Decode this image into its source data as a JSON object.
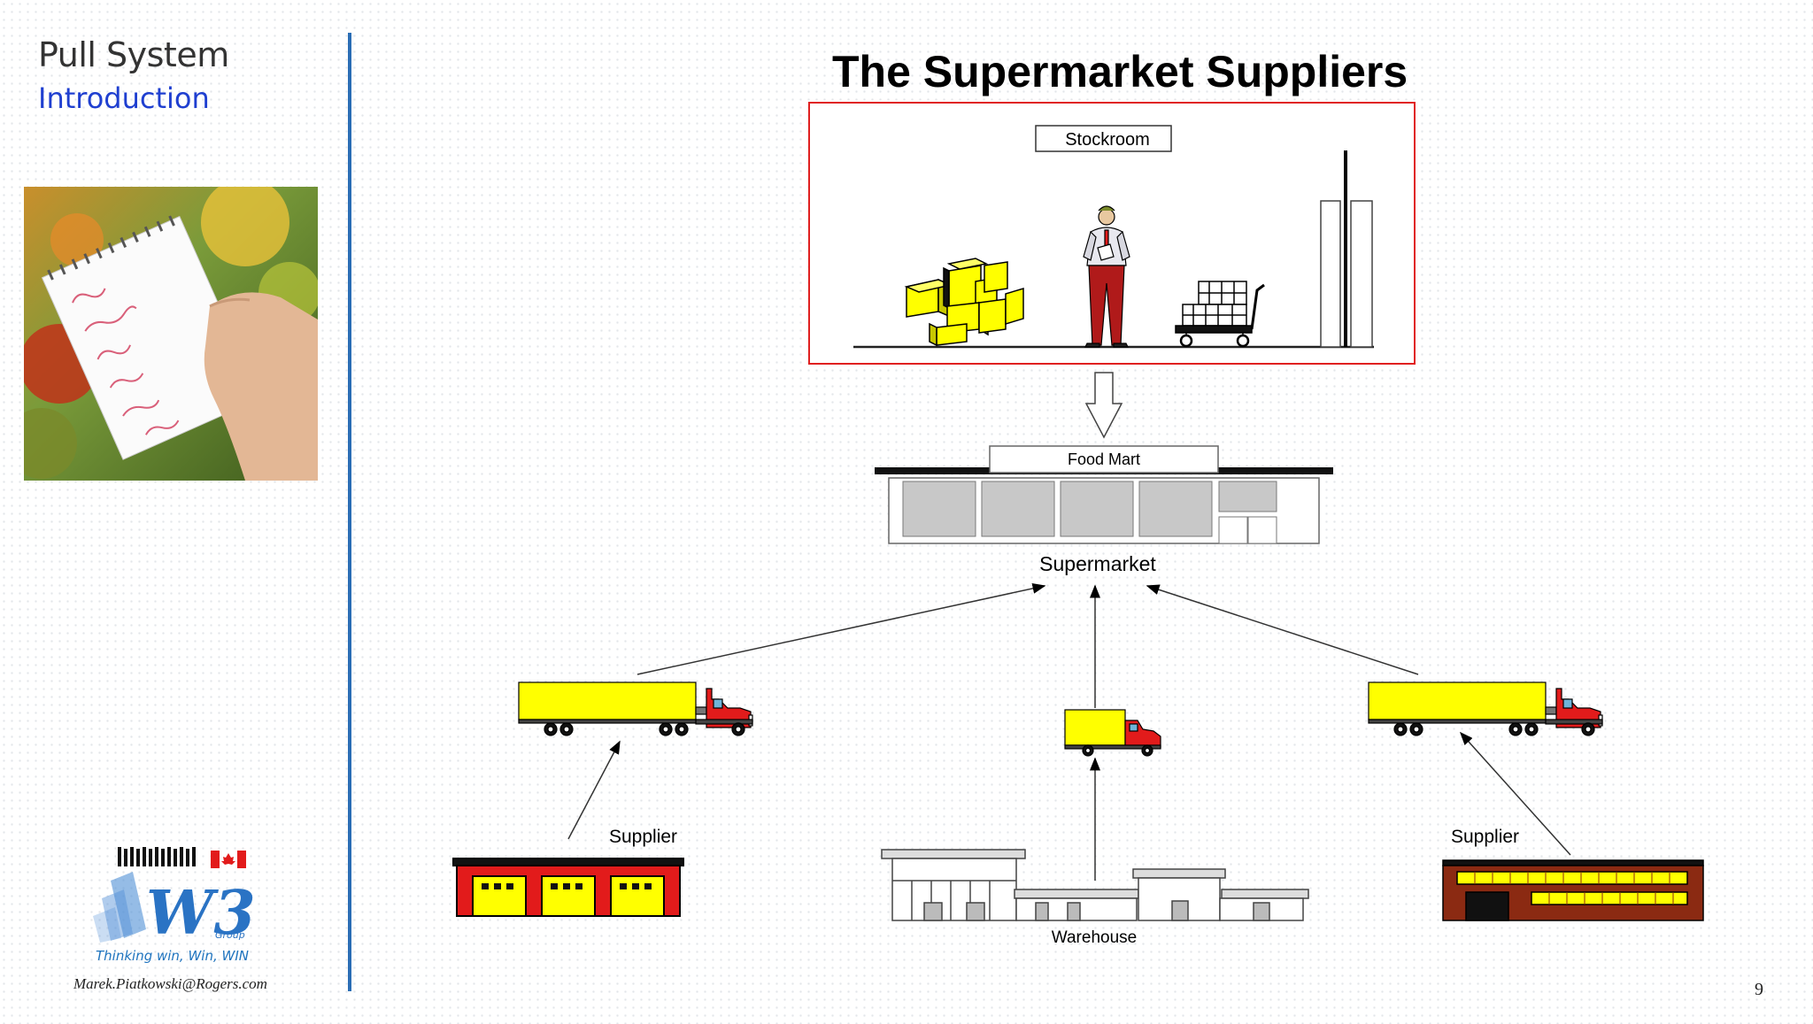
{
  "sidebar": {
    "title": "Pull System",
    "subtitle": "Introduction",
    "tagline": "Thinking win, Win, WIN",
    "email": "Marek.Piatkowski@Rogers.com",
    "logo_text": "W3",
    "logo_sub": "Group"
  },
  "slide": {
    "title": "The Supermarket Suppliers",
    "page_number": "9"
  },
  "diagram": {
    "stockroom_label": "Stockroom",
    "store_sign": "Food Mart",
    "supermarket_label": "Supermarket",
    "supplier_left_label": "Supplier",
    "supplier_right_label": "Supplier",
    "warehouse_label": "Warehouse"
  },
  "colors": {
    "accent_blue": "#2a6db5",
    "subtitle_blue": "#1f3fd0",
    "stockroom_border": "#e02020",
    "truck_yellow": "#ffff00",
    "cab_red": "#e21b1b",
    "supplier_red": "#e21b1b",
    "factory_brown": "#8b2a12"
  }
}
